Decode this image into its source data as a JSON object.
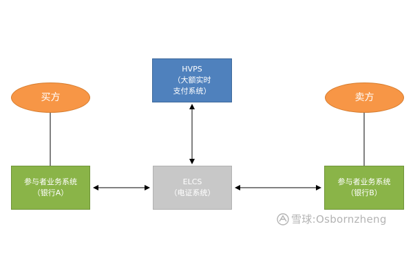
{
  "nodes": {
    "buyer": {
      "label": "买方"
    },
    "seller": {
      "label": "卖方"
    },
    "hvps": {
      "line1": "HVPS",
      "line2": "（大额实时",
      "line3": "支付系统）"
    },
    "bank_a": {
      "line1": "参与者业务系统",
      "line2": "（银行A）"
    },
    "elcs": {
      "line1": "ELCS",
      "line2": "（电证系统）"
    },
    "bank_b": {
      "line1": "参与者业务系统",
      "line2": "（银行B）"
    }
  },
  "watermark": {
    "brand": "雪球",
    "separator": ":",
    "author": "Osbornzheng"
  },
  "colors": {
    "ellipse": "#f79646",
    "green_box": "#8ab448",
    "blue_box": "#4f81bd",
    "gray_box": "#c8c8c8",
    "connector": "#000000"
  }
}
